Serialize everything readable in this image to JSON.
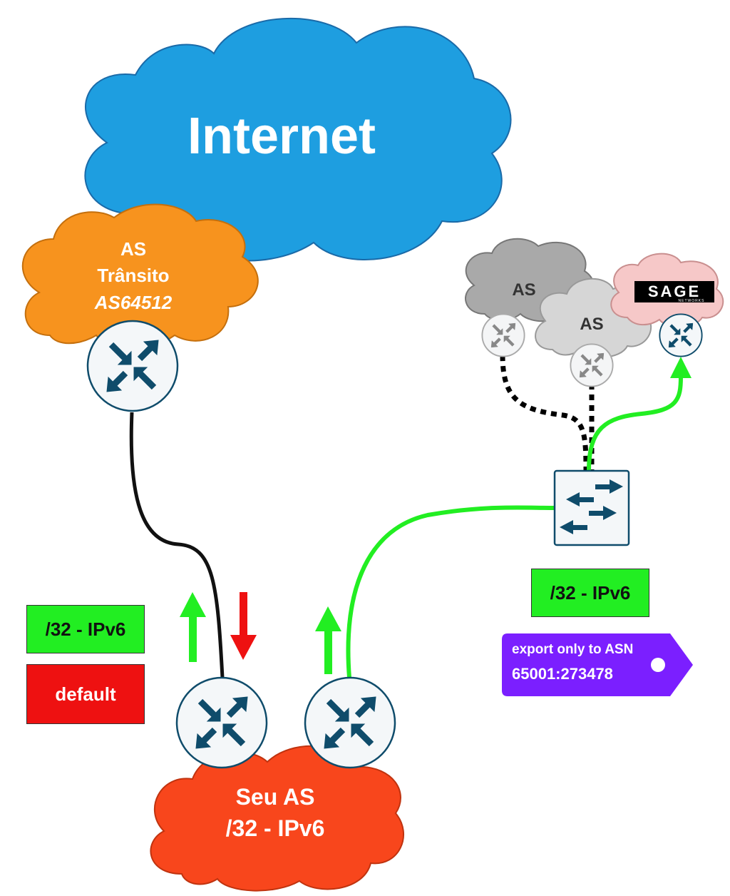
{
  "internet": {
    "label": "Internet",
    "color": "#1e9ee0"
  },
  "transit": {
    "line1": "AS",
    "line2": "Trânsito",
    "asn": "AS64512",
    "color": "#f7931e"
  },
  "peers": [
    {
      "label": "AS",
      "color": "#a9a9a9"
    },
    {
      "label": "AS",
      "color": "#d6d6d6"
    }
  ],
  "sage_logo": {
    "word": "SAGE",
    "sub": "NETWORKS",
    "cloud_color": "#f6c8c8"
  },
  "own_as": {
    "line1": "Seu AS",
    "line2": "/32 - IPv6",
    "color": "#f8461c"
  },
  "legend_left": {
    "prefix": "/32 - IPv6",
    "default": "default"
  },
  "legend_right": {
    "prefix": "/32 - IPv6"
  },
  "tag": {
    "line1": "export only to ASN",
    "line2": "65001:273478",
    "color": "#7b1fff"
  },
  "colors": {
    "green": "#22ee22",
    "red": "#ee1111",
    "router": "#0f4c6b",
    "black": "#111111"
  },
  "icons": [
    "router-icon",
    "switch-icon",
    "up-arrow-icon",
    "down-arrow-icon",
    "tag-icon"
  ]
}
